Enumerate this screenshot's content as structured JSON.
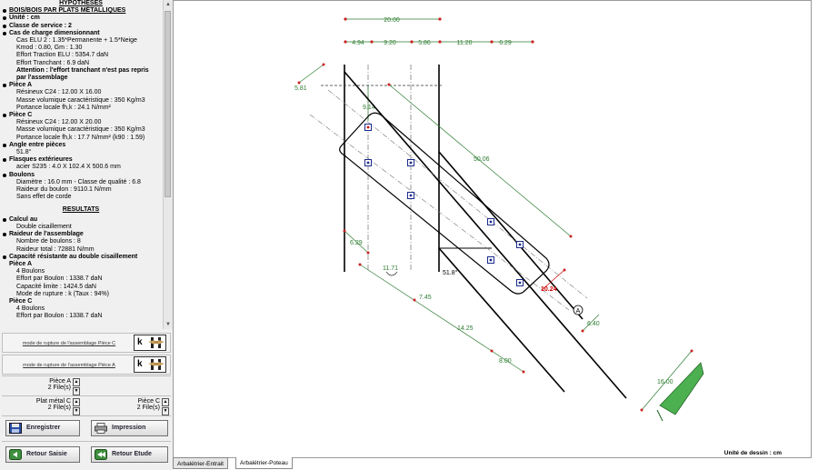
{
  "report": {
    "hyp_title": "HYPOTHESES",
    "lines": [
      {
        "t": "BOIS/BOIS PAR PLATS MÉTALLIQUES",
        "s": "dot b u"
      },
      {
        "t": "Unité : cm",
        "s": "dot b"
      },
      {
        "t": "Classe de service : 2",
        "s": "dot b"
      },
      {
        "t": "Cas de charge dimensionnant",
        "s": "dot b"
      },
      {
        "t": "Cas ELU 2 :  1.35*Permanente + 1.5*Neige",
        "s": "i1"
      },
      {
        "t": "Kmod : 0.80, Gm : 1.30",
        "s": "i1"
      },
      {
        "t": "Effort Traction ELU : 5354.7 daN",
        "s": "i1"
      },
      {
        "t": "Effort Tranchant : 6.9 daN",
        "s": "i1"
      },
      {
        "t": "Attention : l'effort tranchant n'est pas repris",
        "s": "i1 b"
      },
      {
        "t": "par l'assemblage",
        "s": "i1 b"
      },
      {
        "t": "Pièce A",
        "s": "dot b"
      },
      {
        "t": "Résineux C24 : 12.00 X 16.00",
        "s": "i1"
      },
      {
        "t": "Masse volumique caractéristique : 350 Kg/m3",
        "s": "i1"
      },
      {
        "t": "Portance locale fh,k : 24.1 N/mm²",
        "s": "i1"
      },
      {
        "t": "Pièce C",
        "s": "dot b"
      },
      {
        "t": "Résineux C24 : 12.00 X 20.00",
        "s": "i1"
      },
      {
        "t": "Masse volumique caractéristique : 350 Kg/m3",
        "s": "i1"
      },
      {
        "t": "Portance locale fh,k : 17.7 N/mm² (k90 : 1.59)",
        "s": "i1"
      },
      {
        "t": "Angle entre pièces",
        "s": "dot b"
      },
      {
        "t": "51.8°",
        "s": "i1"
      },
      {
        "t": "Flasques extérieures",
        "s": "dot b"
      },
      {
        "t": "acier S235 : 4.0 X 102.4 X 500.6 mm",
        "s": "i1"
      },
      {
        "t": "Boulons",
        "s": "dot b"
      },
      {
        "t": "Diamètre : 16.0 mm - Classe de qualité : 6.8",
        "s": "i1"
      },
      {
        "t": "Raideur du boulon : 9110.1 N/mm",
        "s": "i1"
      },
      {
        "t": "Sans effet de corde",
        "s": "i1"
      }
    ],
    "res_title": "RESULTATS",
    "lines2": [
      {
        "t": "Calcul au",
        "s": "dot b"
      },
      {
        "t": "Double cisaillement",
        "s": "i1"
      },
      {
        "t": "Raideur de l'assemblage",
        "s": "dot b"
      },
      {
        "t": "Nombre de boulons : 8",
        "s": "i1"
      },
      {
        "t": "Raideur total : 72881 N/mm",
        "s": "i1"
      },
      {
        "t": "Capacité résistante au double cisaillement",
        "s": "dot b"
      },
      {
        "t": "Pièce A",
        "s": "i0 b"
      },
      {
        "t": "4 Boulons",
        "s": "i1"
      },
      {
        "t": "Effort par Boulon : 1338.7 daN",
        "s": "i1"
      },
      {
        "t": "Capacité limite : 1424.5 daN",
        "s": "i1"
      },
      {
        "t": "Mode de rupture : k (Taux : 94%)",
        "s": "i1"
      },
      {
        "t": "Pièce C",
        "s": "i0 b"
      },
      {
        "t": "4 Boulons",
        "s": "i1"
      },
      {
        "t": "Effort par Boulon : 1338.7 daN",
        "s": "i1"
      }
    ]
  },
  "modes": {
    "piece_c": "mode de rupture de l'assemblage Pièce C",
    "piece_a": "mode de rupture de l'assemblage Pièce A",
    "icon_letter": "k"
  },
  "files": {
    "piece_a_label": "Pièce A",
    "piece_a_value": "2 File(s)",
    "plat_label": "Plat métal C",
    "plat_value": "2 File(s)",
    "piece_c_label": "Pièce C",
    "piece_c_value": "2 File(s)"
  },
  "buttons": {
    "save": "Enregistrer",
    "print": "Impression",
    "back_input": "Retour Saisie",
    "back_study": "Retour Etude"
  },
  "tabs": [
    "Arbalétrier-Entrait",
    "Arbalétrier-Poteau"
  ],
  "unit_label": "Unité de dessin : cm",
  "drawing": {
    "colors": {
      "dim": "#2e7d32",
      "dimdot": "#cc2222",
      "bolt": "#1a2a8a",
      "hatch": "#4caf50",
      "red": "#cc0000"
    },
    "dims_top_total": "20.00",
    "dims_top_parts": [
      "4.94",
      "9.20",
      "5.86",
      "11.20",
      "6.29"
    ],
    "dim_left": "5.81",
    "dim_914": "9.14",
    "dim_5006": "50.06",
    "dim_629": "6.29",
    "dim_1171": "11.71",
    "angle": "51.8°",
    "dim_745": "7.45",
    "dim_1425": "14.25",
    "dim_800": "8.00",
    "dim_1024": "10.24",
    "dim_640": "6.40",
    "dim_1600": "16.00",
    "marker": "A"
  }
}
